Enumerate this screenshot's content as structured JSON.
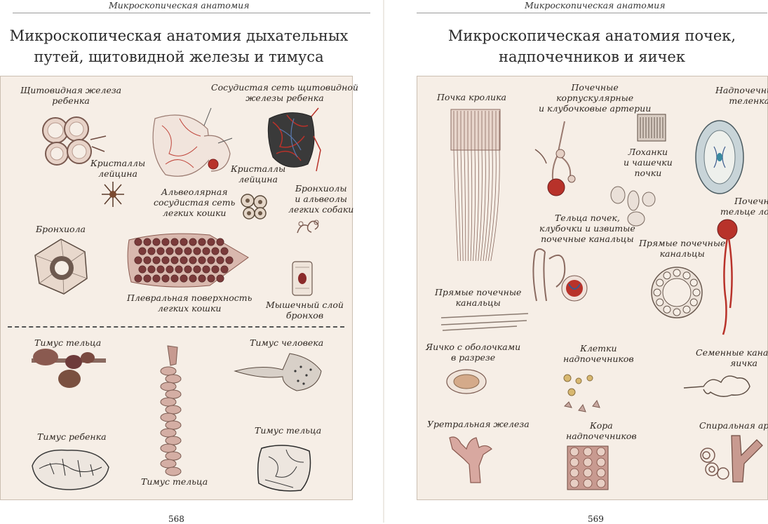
{
  "left_page": {
    "running_head": "Микроскопическая анатомия",
    "title_line1": "Микроскопическая анатомия дыхательных",
    "title_line2": "путей, щитовидной железы и тимуса",
    "page_number": "568",
    "labels": {
      "thyroid_child_1": "Щитовидная железа",
      "thyroid_child_2": "ребенка",
      "vascular_thyroid_1": "Сосудистая сеть щитовидной",
      "vascular_thyroid_2": "железы ребенка",
      "crystals_1a": "Кристаллы",
      "crystals_1b": "лейцина",
      "alveolar_1": "Альвеолярная",
      "alveolar_2": "сосудистая сеть",
      "alveolar_3": "легких кошки",
      "crystals_2a": "Кристаллы",
      "crystals_2b": "лейцина",
      "bronchioles_1": "Бронхиолы",
      "bronchioles_2": "и альвеолы",
      "bronchioles_3": "легких собаки",
      "bronchiole": "Бронхиола",
      "pleural_1": "Плевральная поверхность",
      "pleural_2": "легких кошки",
      "muscle_1": "Мышечный слой",
      "muscle_2": "бронхов",
      "thymus_calf_a": "Тимус тельца",
      "thymus_human": "Тимус человека",
      "thymus_child": "Тимус ребенка",
      "thymus_calf_b": "Тимус тельца",
      "thymus_calf_c": "Тимус тельца"
    }
  },
  "right_page": {
    "running_head": "Микроскопическая анатомия",
    "title_line1": "Микроскопическая анатомия почек,",
    "title_line2": "надпочечников и яичек",
    "page_number": "569",
    "labels": {
      "rabbit_kidney": "Почка кролика",
      "renal_arteries_1": "Почечные",
      "renal_arteries_2": "корпускулярные",
      "renal_arteries_3": "и клубочковые артерии",
      "adrenal_calf_1": "Надпочечники",
      "adrenal_calf_2": "теленка",
      "pelvis_1": "Лоханки",
      "pelvis_2": "и чашечки",
      "pelvis_3": "почки",
      "corpuscles_1": "Тельца почек,",
      "corpuscles_2": "клубочки и извитые",
      "corpuscles_3": "почечные канальцы",
      "horse_corpuscle_1": "Почечное",
      "horse_corpuscle_2": "тельце лошади",
      "straight_tubules_a1": "Прямые почечные",
      "straight_tubules_a2": "канальцы",
      "straight_tubules_b1": "Прямые почечные",
      "straight_tubules_b2": "канальцы",
      "testis_1": "Яичко с оболочками",
      "testis_2": "в разрезе",
      "adrenal_cells_1": "Клетки",
      "adrenal_cells_2": "надпочечников",
      "seminiferous_1": "Семенные канальцы",
      "seminiferous_2": "яичка",
      "urethral_gland": "Уретральная железа",
      "adrenal_cortex_1": "Кора",
      "adrenal_cortex_2": "надпочечников",
      "spiral_artery": "Спиральная артерия"
    }
  },
  "colors": {
    "plate_background": "#f6eee6",
    "tissue_pink": "#c9a49a",
    "tissue_dark": "#6e3b3b",
    "blood_red": "#b8322a",
    "vessel_blue": "#3a5a8c"
  }
}
